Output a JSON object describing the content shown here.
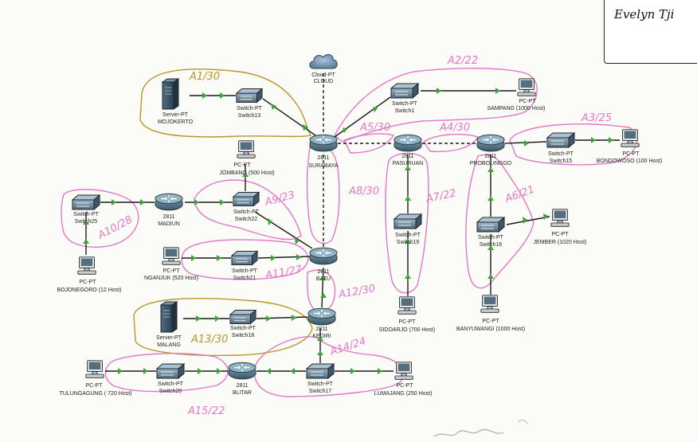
{
  "author_name": "Evelyn Tji",
  "colors": {
    "link": "#1b1b1b",
    "ok_link": "#3ea33a",
    "pink": "#e377c8",
    "olive": "#b8962e"
  },
  "nodes": {
    "cloud": {
      "name": "Cloud-PT",
      "label": "CLOUD",
      "icon": "cloud-icon"
    },
    "surabaya": {
      "name": "2811",
      "label": "SURABAYA",
      "icon": "router-icon"
    },
    "pasuruan": {
      "name": "2811",
      "label": "PASURUAN",
      "icon": "router-icon"
    },
    "probolinggo": {
      "name": "2811",
      "label": "PROBOLINGGO",
      "icon": "router-icon"
    },
    "madiun": {
      "name": "2811",
      "label": "MADIUN",
      "icon": "router-icon"
    },
    "batu": {
      "name": "2811",
      "label": "BATU",
      "icon": "router-icon"
    },
    "kediri": {
      "name": "2811",
      "label": "KEDIRI",
      "icon": "router-icon"
    },
    "blitar": {
      "name": "2811",
      "label": "BLITAR",
      "icon": "router-icon"
    },
    "sw13": {
      "name": "Switch-PT",
      "label": "Switch13",
      "icon": "switch-icon"
    },
    "sw1": {
      "name": "Switch-PT",
      "label": "Switch1",
      "icon": "switch-icon"
    },
    "sw15": {
      "name": "Switch-PT",
      "label": "Switch15",
      "icon": "switch-icon"
    },
    "sw19": {
      "name": "Switch-PT",
      "label": "Switch19",
      "icon": "switch-icon"
    },
    "sw16": {
      "name": "Switch-PT",
      "label": "Switch16",
      "icon": "switch-icon"
    },
    "sw25": {
      "name": "Switch-PT",
      "label": "Switch25",
      "icon": "switch-icon"
    },
    "sw22": {
      "name": "Switch-PT",
      "label": "Switch22",
      "icon": "switch-icon"
    },
    "sw21": {
      "name": "Switch-PT",
      "label": "Switch21",
      "icon": "switch-icon"
    },
    "sw18": {
      "name": "Switch-PT",
      "label": "Switch18",
      "icon": "switch-icon"
    },
    "sw20": {
      "name": "Switch-PT",
      "label": "Switch20",
      "icon": "switch-icon"
    },
    "sw17": {
      "name": "Switch-PT",
      "label": "Switch17",
      "icon": "switch-icon"
    },
    "srv_mojokerto": {
      "name": "Server-PT",
      "label": "MOJOKERTO",
      "icon": "server-icon"
    },
    "srv_malang": {
      "name": "Server-PT",
      "label": "MALANG",
      "icon": "server-icon"
    },
    "pc_sampang": {
      "name": "PC-PT",
      "label": "SAMPANG (1000 Host)",
      "icon": "pc-icon"
    },
    "pc_bondowoso": {
      "name": "PC-PT",
      "label": "BONDOWOSO (100 Host)",
      "icon": "pc-icon"
    },
    "pc_jombang": {
      "name": "PC-PT",
      "label": "JOMBANG (500 Host)",
      "icon": "pc-icon"
    },
    "pc_bojonegoro": {
      "name": "PC-PT",
      "label": "BOJONEGORO (12 Host)",
      "icon": "pc-icon"
    },
    "pc_nganjuk": {
      "name": "PC-PT",
      "label": "NGANJUK (520 Host)",
      "icon": "pc-icon"
    },
    "pc_sidoarjo": {
      "name": "PC-PT",
      "label": "SIDOARJO (700 Host)",
      "icon": "pc-icon"
    },
    "pc_banyuwangi": {
      "name": "PC-PT",
      "label": "BANYUWANGI (1000 Host)",
      "icon": "pc-icon"
    },
    "pc_jember": {
      "name": "PC-PT",
      "label": "JEMBER (1020 Host)",
      "icon": "pc-icon"
    },
    "pc_tulungagung": {
      "name": "PC-PT",
      "label": "TULUNGAGUNG ( 720 Host)",
      "icon": "pc-icon"
    },
    "pc_lumajang": {
      "name": "PC-PT",
      "label": "LUMAJANG (250 Host)",
      "icon": "pc-icon"
    }
  },
  "annotations": {
    "a1": "A1/30",
    "a2": "A2/22",
    "a3": "A3/25",
    "a5": "A5/30",
    "a4": "A4/30",
    "a6": "A6/21",
    "a7": "A7/22",
    "a8": "A8/30",
    "a9": "A9/23",
    "a10": "A10/28",
    "a11": "A11/27",
    "a12": "A12/30",
    "a13": "A13/30",
    "a14": "A14/24",
    "a15": "A15/22"
  }
}
